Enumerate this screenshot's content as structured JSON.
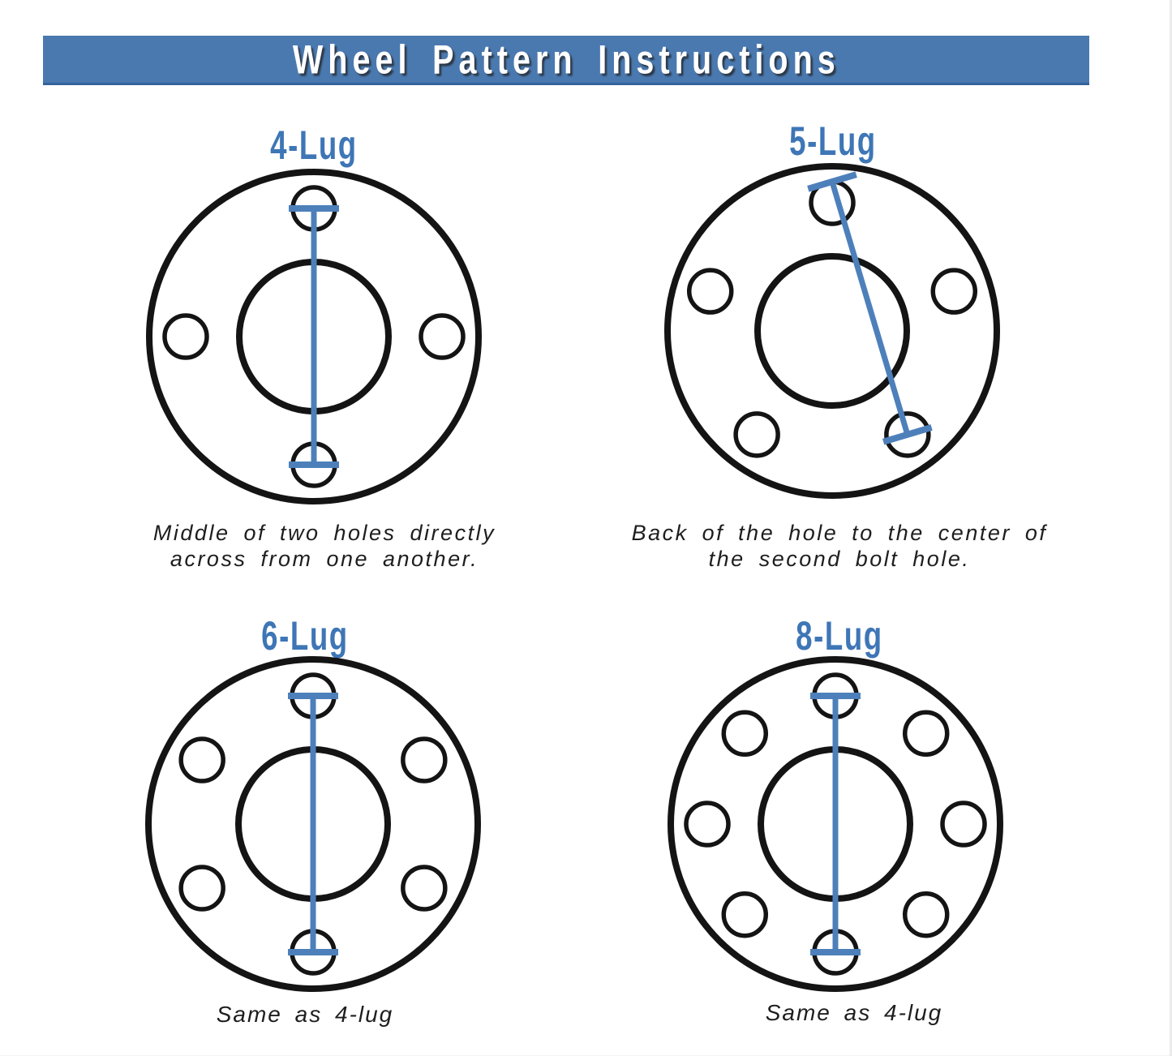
{
  "header": {
    "title": "Wheel Pattern Instructions"
  },
  "colors": {
    "banner_bg": "#4a79b0",
    "banner_border": "#33639b",
    "title_text": "#ffffff",
    "label_blue": "#3e76b6",
    "line_blue": "#4d80ba",
    "outline_black": "#141414",
    "caption_text": "#1e1e1e"
  },
  "diagrams": [
    {
      "label": "4-Lug",
      "caption": "Middle of two holes directly\nacross from one another.",
      "lug_count": 4,
      "hole_angles_deg": [
        90,
        180,
        270,
        0
      ],
      "measure": {
        "from_angle_deg": 90,
        "from_anchor": "center",
        "to_angle_deg": 270,
        "to_anchor": "center",
        "description": "middle of two holes directly across from one another"
      }
    },
    {
      "label": "5-Lug",
      "caption": "Back of the hole to the center of\nthe second bolt hole.",
      "lug_count": 5,
      "hole_angles_deg": [
        90,
        162,
        234,
        306,
        18
      ],
      "measure": {
        "from_angle_deg": 90,
        "from_anchor": "back",
        "to_angle_deg": 306,
        "to_anchor": "center",
        "description": "back of the hole to the center of the second bolt hole"
      }
    },
    {
      "label": "6-Lug",
      "caption": "Same as 4-lug",
      "lug_count": 6,
      "hole_angles_deg": [
        90,
        150,
        210,
        270,
        330,
        30
      ],
      "measure": {
        "from_angle_deg": 90,
        "from_anchor": "center",
        "to_angle_deg": 270,
        "to_anchor": "center",
        "description": "same as 4-lug"
      }
    },
    {
      "label": "8-Lug",
      "caption": "Same as 4-lug",
      "lug_count": 8,
      "hole_angles_deg": [
        90,
        135,
        180,
        225,
        270,
        315,
        0,
        45
      ],
      "measure": {
        "from_angle_deg": 90,
        "from_anchor": "center",
        "to_angle_deg": 270,
        "to_anchor": "center",
        "description": "same as 4-lug"
      }
    }
  ]
}
